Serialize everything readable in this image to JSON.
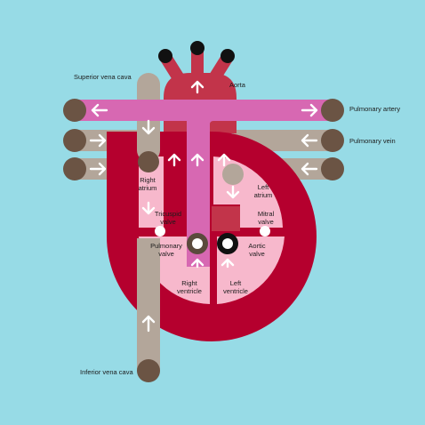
{
  "labels": {
    "superior_vena_cava": "Superior vena cava",
    "aorta": "Aorta",
    "pulmonary_artery": "Pulmonary artery",
    "pulmonary_vein": "Pulmonary vein",
    "right_atrium": [
      "Right",
      "atrium"
    ],
    "left_atrium": [
      "Left",
      "atrium"
    ],
    "tricuspid_valve": [
      "Tricuspid",
      "valve"
    ],
    "mitral_valve": [
      "Mitral",
      "valve"
    ],
    "pulmonary_valve": [
      "Pulmonary",
      "valve"
    ],
    "aortic_valve": [
      "Aortic",
      "valve"
    ],
    "right_ventricle": [
      "Right",
      "ventricle"
    ],
    "left_ventricle": [
      "Left",
      "ventricle"
    ],
    "inferior_vena_cava": "Inferior vena cava"
  },
  "colors": {
    "background": "#97dbe6",
    "heart_wall": "#b5002e",
    "aorta": "#c2344a",
    "pulmonary_artery": "#d768b2",
    "vein": "#b3a69a",
    "vessel_cap": "#6b5444",
    "chamber": "#f7b8cc",
    "valve_dark": "#5a4a3c",
    "valve_black": "#111111",
    "arrow": "#ffffff"
  }
}
